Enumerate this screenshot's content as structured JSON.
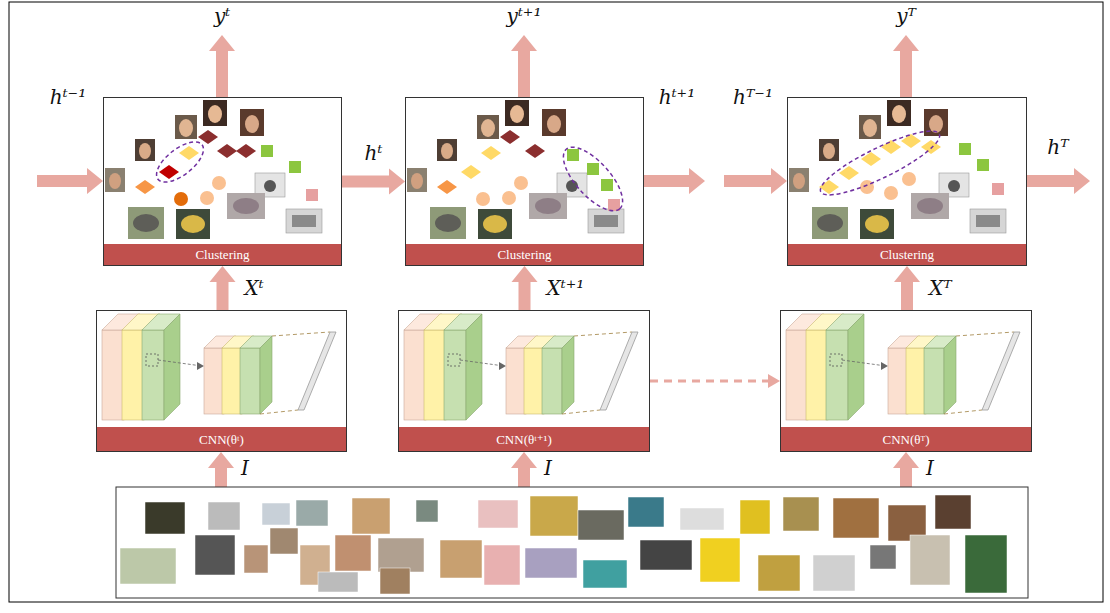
{
  "diagram": {
    "nodes": [
      {
        "text": [
          "Clustering"
        ]
      },
      {
        "text": [
          "Clustering"
        ]
      },
      {
        "text": [
          "Clustering"
        ]
      },
      {
        "text": [
          "CNN(θᵗ)"
        ]
      },
      {
        "text": [
          "CNN(θᵗ⁺¹)"
        ]
      },
      {
        "text": [
          "CNN(θᵀ)"
        ]
      }
    ],
    "edges": [
      {
        "from": 3,
        "to": 0,
        "arrow": "to",
        "label": "Xᵗ"
      },
      {
        "from": 4,
        "to": 1,
        "arrow": "to",
        "label": "Xᵗ⁺¹"
      },
      {
        "from": 5,
        "to": 2,
        "arrow": "to",
        "label": "Xᵀ"
      },
      {
        "from": 0,
        "to": 1,
        "arrow": "to",
        "label": "hᵗ"
      },
      {
        "from": 4,
        "to": 5,
        "arrow": "to"
      }
    ],
    "labels": [
      "yᵗ",
      "yᵗ⁺¹",
      "yᵀ",
      "hᵗ⁻¹",
      "hᵗ⁺¹",
      "hᵀ⁻¹",
      "hᵀ",
      "I",
      "I",
      "I"
    ]
  }
}
